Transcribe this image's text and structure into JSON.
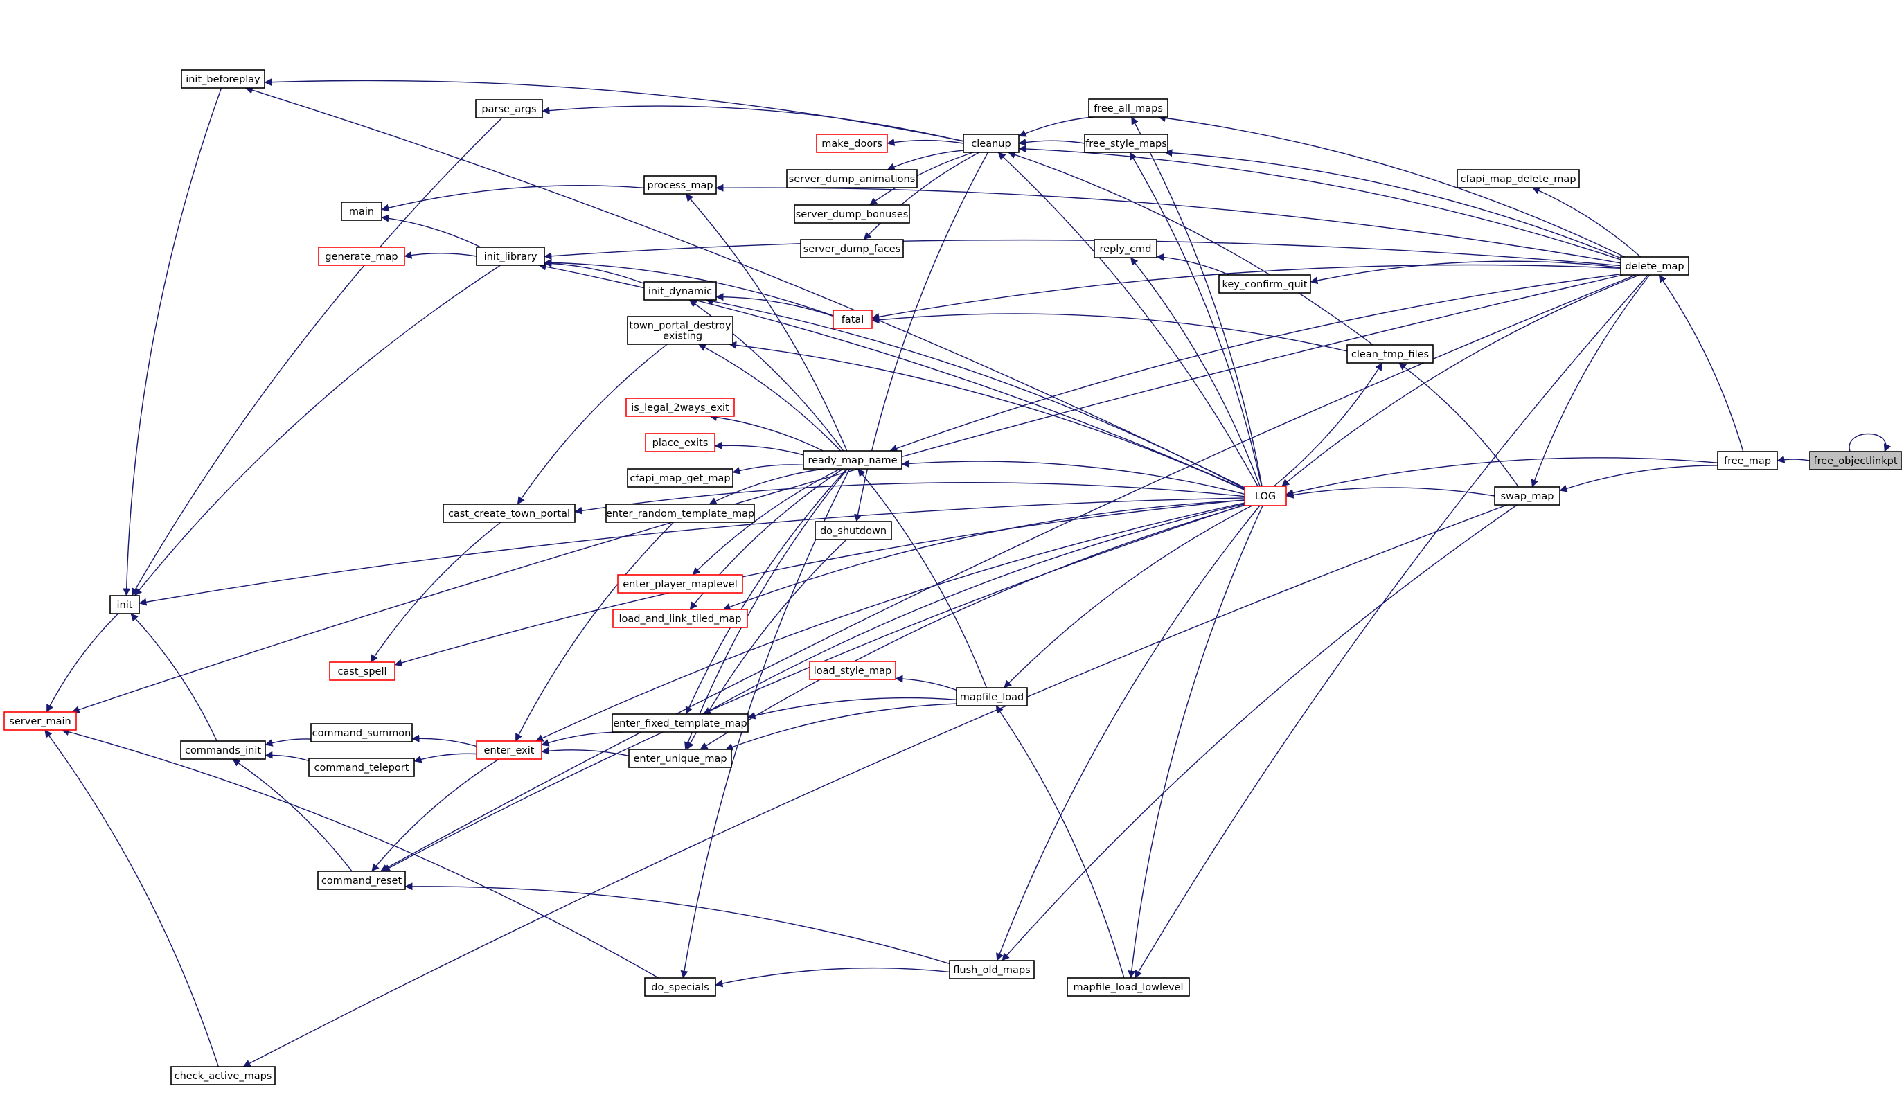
{
  "colors": {
    "edge": "#191970",
    "normal_border": "#000000",
    "incomplete_border": "#ff0000",
    "current_fill": "#bfbfbf",
    "background": "#ffffff"
  },
  "nodes": {
    "free_objectlinkpt": {
      "label": "free_objectlinkpt",
      "style": "current"
    },
    "free_map": {
      "label": "free_map",
      "style": "normal"
    },
    "delete_map": {
      "label": "delete_map",
      "style": "normal"
    },
    "swap_map": {
      "label": "swap_map",
      "style": "normal"
    },
    "LOG": {
      "label": "LOG",
      "style": "incomplete"
    },
    "clean_tmp_files": {
      "label": "clean_tmp_files",
      "style": "normal"
    },
    "cfapi_map_delete_map": {
      "label": "cfapi_map_delete_map",
      "style": "normal"
    },
    "key_confirm_quit": {
      "label": "key_confirm_quit",
      "style": "normal"
    },
    "free_all_maps": {
      "label": "free_all_maps",
      "style": "normal"
    },
    "free_style_maps": {
      "label": "free_style_maps",
      "style": "normal"
    },
    "reply_cmd": {
      "label": "reply_cmd",
      "style": "normal"
    },
    "mapfile_load_lowlevel": {
      "label": "mapfile_load_lowlevel",
      "style": "normal"
    },
    "cleanup": {
      "label": "cleanup",
      "style": "normal"
    },
    "make_doors": {
      "label": "make_doors",
      "style": "incomplete"
    },
    "server_dump_animations": {
      "label": "server_dump_animations",
      "style": "normal"
    },
    "server_dump_bonuses": {
      "label": "server_dump_bonuses",
      "style": "normal"
    },
    "server_dump_faces": {
      "label": "server_dump_faces",
      "style": "normal"
    },
    "fatal": {
      "label": "fatal",
      "style": "incomplete"
    },
    "ready_map_name": {
      "label": "ready_map_name",
      "style": "normal"
    },
    "do_shutdown": {
      "label": "do_shutdown",
      "style": "normal"
    },
    "mapfile_load": {
      "label": "mapfile_load",
      "style": "normal"
    },
    "load_style_map": {
      "label": "load_style_map",
      "style": "incomplete"
    },
    "flush_old_maps": {
      "label": "flush_old_maps",
      "style": "normal"
    },
    "process_map": {
      "label": "process_map",
      "style": "normal"
    },
    "init_dynamic": {
      "label": "init_dynamic",
      "style": "normal"
    },
    "town_portal_destroy_existing": {
      "label": "town_portal_destroy\n_existing",
      "style": "normal"
    },
    "is_legal_2ways_exit": {
      "label": "is_legal_2ways_exit",
      "style": "incomplete"
    },
    "place_exits": {
      "label": "place_exits",
      "style": "incomplete"
    },
    "cfapi_map_get_map": {
      "label": "cfapi_map_get_map",
      "style": "normal"
    },
    "enter_random_template_map": {
      "label": "enter_random_template_map",
      "style": "normal"
    },
    "enter_player_maplevel": {
      "label": "enter_player_maplevel",
      "style": "incomplete"
    },
    "load_and_link_tiled_map": {
      "label": "load_and_link_tiled_map",
      "style": "incomplete"
    },
    "enter_fixed_template_map": {
      "label": "enter_fixed_template_map",
      "style": "normal"
    },
    "enter_unique_map": {
      "label": "enter_unique_map",
      "style": "normal"
    },
    "do_specials": {
      "label": "do_specials",
      "style": "normal"
    },
    "init_beforeplay": {
      "label": "init_beforeplay",
      "style": "normal"
    },
    "parse_args": {
      "label": "parse_args",
      "style": "normal"
    },
    "main": {
      "label": "main",
      "style": "normal"
    },
    "init_library": {
      "label": "init_library",
      "style": "normal"
    },
    "generate_map": {
      "label": "generate_map",
      "style": "incomplete"
    },
    "cast_create_town_portal": {
      "label": "cast_create_town_portal",
      "style": "normal"
    },
    "cast_spell": {
      "label": "cast_spell",
      "style": "incomplete"
    },
    "enter_exit": {
      "label": "enter_exit",
      "style": "incomplete"
    },
    "command_summon": {
      "label": "command_summon",
      "style": "normal"
    },
    "command_teleport": {
      "label": "command_teleport",
      "style": "normal"
    },
    "commands_init": {
      "label": "commands_init",
      "style": "normal"
    },
    "command_reset": {
      "label": "command_reset",
      "style": "normal"
    },
    "init": {
      "label": "init",
      "style": "normal"
    },
    "server_main": {
      "label": "server_main",
      "style": "incomplete"
    },
    "check_active_maps": {
      "label": "check_active_maps",
      "style": "normal"
    }
  },
  "edges": [
    [
      "free_objectlinkpt",
      "free_objectlinkpt"
    ],
    [
      "free_objectlinkpt",
      "free_map"
    ],
    [
      "free_map",
      "delete_map"
    ],
    [
      "free_map",
      "swap_map"
    ],
    [
      "free_map",
      "LOG"
    ],
    [
      "delete_map",
      "cleanup"
    ],
    [
      "delete_map",
      "free_all_maps"
    ],
    [
      "delete_map",
      "free_style_maps"
    ],
    [
      "delete_map",
      "cfapi_map_delete_map"
    ],
    [
      "delete_map",
      "key_confirm_quit"
    ],
    [
      "delete_map",
      "fatal"
    ],
    [
      "delete_map",
      "ready_map_name"
    ],
    [
      "delete_map",
      "init_library"
    ],
    [
      "delete_map",
      "process_map"
    ],
    [
      "delete_map",
      "LOG"
    ],
    [
      "delete_map",
      "swap_map"
    ],
    [
      "delete_map",
      "mapfile_load_lowlevel"
    ],
    [
      "delete_map",
      "command_reset"
    ],
    [
      "swap_map",
      "LOG"
    ],
    [
      "swap_map",
      "clean_tmp_files"
    ],
    [
      "swap_map",
      "flush_old_maps"
    ],
    [
      "swap_map",
      "check_active_maps"
    ],
    [
      "LOG",
      "clean_tmp_files"
    ],
    [
      "LOG",
      "reply_cmd"
    ],
    [
      "LOG",
      "free_all_maps"
    ],
    [
      "LOG",
      "free_style_maps"
    ],
    [
      "LOG",
      "cleanup"
    ],
    [
      "LOG",
      "init_beforeplay"
    ],
    [
      "LOG",
      "init_dynamic"
    ],
    [
      "LOG",
      "init_library"
    ],
    [
      "LOG",
      "town_portal_destroy_existing"
    ],
    [
      "LOG",
      "ready_map_name"
    ],
    [
      "LOG",
      "cast_create_town_portal"
    ],
    [
      "LOG",
      "load_and_link_tiled_map"
    ],
    [
      "LOG",
      "cast_spell"
    ],
    [
      "LOG",
      "mapfile_load"
    ],
    [
      "LOG",
      "enter_fixed_template_map"
    ],
    [
      "LOG",
      "enter_unique_map"
    ],
    [
      "LOG",
      "enter_exit"
    ],
    [
      "LOG",
      "command_reset"
    ],
    [
      "LOG",
      "init"
    ],
    [
      "LOG",
      "flush_old_maps"
    ],
    [
      "LOG",
      "mapfile_load_lowlevel"
    ],
    [
      "clean_tmp_files",
      "cleanup"
    ],
    [
      "clean_tmp_files",
      "fatal"
    ],
    [
      "key_confirm_quit",
      "reply_cmd"
    ],
    [
      "free_all_maps",
      "cleanup"
    ],
    [
      "free_style_maps",
      "cleanup"
    ],
    [
      "cleanup",
      "make_doors"
    ],
    [
      "cleanup",
      "server_dump_animations"
    ],
    [
      "cleanup",
      "server_dump_bonuses"
    ],
    [
      "cleanup",
      "server_dump_faces"
    ],
    [
      "cleanup",
      "parse_args"
    ],
    [
      "cleanup",
      "init_beforeplay"
    ],
    [
      "cleanup",
      "do_shutdown"
    ],
    [
      "fatal",
      "init_dynamic"
    ],
    [
      "fatal",
      "init_library"
    ],
    [
      "ready_map_name",
      "process_map"
    ],
    [
      "ready_map_name",
      "init_dynamic"
    ],
    [
      "ready_map_name",
      "town_portal_destroy_existing"
    ],
    [
      "ready_map_name",
      "is_legal_2ways_exit"
    ],
    [
      "ready_map_name",
      "place_exits"
    ],
    [
      "ready_map_name",
      "cfapi_map_get_map"
    ],
    [
      "ready_map_name",
      "enter_random_template_map"
    ],
    [
      "ready_map_name",
      "enter_player_maplevel"
    ],
    [
      "ready_map_name",
      "load_and_link_tiled_map"
    ],
    [
      "ready_map_name",
      "enter_fixed_template_map"
    ],
    [
      "ready_map_name",
      "enter_unique_map"
    ],
    [
      "ready_map_name",
      "do_specials"
    ],
    [
      "do_shutdown",
      "enter_unique_map"
    ],
    [
      "mapfile_load",
      "ready_map_name"
    ],
    [
      "mapfile_load",
      "load_style_map"
    ],
    [
      "mapfile_load",
      "enter_fixed_template_map"
    ],
    [
      "mapfile_load",
      "enter_unique_map"
    ],
    [
      "mapfile_load_lowlevel",
      "mapfile_load"
    ],
    [
      "flush_old_maps",
      "do_specials"
    ],
    [
      "flush_old_maps",
      "command_reset"
    ],
    [
      "process_map",
      "main"
    ],
    [
      "init_dynamic",
      "init_library"
    ],
    [
      "town_portal_destroy_existing",
      "cast_create_town_portal"
    ],
    [
      "enter_random_template_map",
      "enter_exit"
    ],
    [
      "enter_fixed_template_map",
      "enter_exit"
    ],
    [
      "enter_unique_map",
      "enter_exit"
    ],
    [
      "init_beforeplay",
      "init"
    ],
    [
      "parse_args",
      "init"
    ],
    [
      "init_library",
      "main"
    ],
    [
      "init_library",
      "generate_map"
    ],
    [
      "init_library",
      "init"
    ],
    [
      "cast_create_town_portal",
      "cast_spell"
    ],
    [
      "enter_exit",
      "command_summon"
    ],
    [
      "enter_exit",
      "command_teleport"
    ],
    [
      "enter_exit",
      "command_reset"
    ],
    [
      "command_summon",
      "commands_init"
    ],
    [
      "command_teleport",
      "commands_init"
    ],
    [
      "commands_init",
      "init"
    ],
    [
      "command_reset",
      "commands_init"
    ],
    [
      "init",
      "server_main"
    ],
    [
      "do_specials",
      "server_main"
    ],
    [
      "check_active_maps",
      "server_main"
    ],
    [
      "delete_map",
      "server_main"
    ]
  ]
}
